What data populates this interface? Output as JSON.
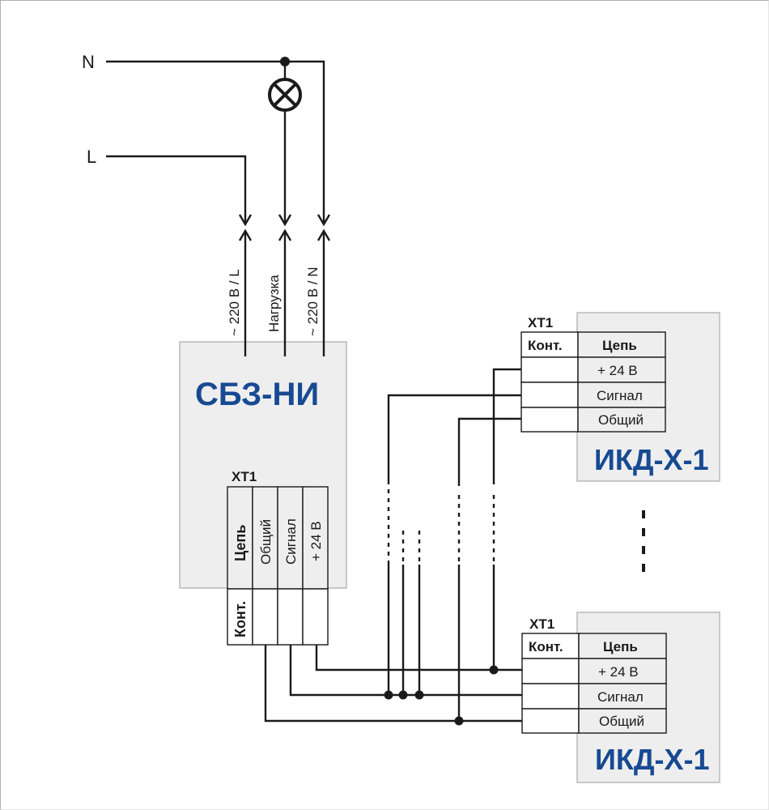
{
  "supply": {
    "neutral_label": "N",
    "line_label": "L",
    "lamp_icon": "lamp-icon"
  },
  "controller": {
    "title": "СБЗ-НИ",
    "inputs": [
      "~ 220 В / L",
      "Нагрузка",
      "~ 220 В / N"
    ],
    "terminal_block": {
      "label": "XT1",
      "circuit_header": "Цепь",
      "contact_header": "Конт.",
      "circuits": [
        "Общий",
        "Сигнал",
        "+ 24 В"
      ]
    }
  },
  "detectors": [
    {
      "title": "ИКД-Х-1",
      "terminal_block": {
        "label": "XT1",
        "contact_header": "Конт.",
        "circuit_header": "Цепь",
        "circuits": [
          "+ 24 В",
          "Сигнал",
          "Общий"
        ]
      }
    },
    {
      "title": "ИКД-Х-1",
      "terminal_block": {
        "label": "XT1",
        "contact_header": "Конт.",
        "circuit_header": "Цепь",
        "circuits": [
          "+ 24 В",
          "Сигнал",
          "Общий"
        ]
      }
    }
  ],
  "colors": {
    "title_blue": "#174a92",
    "box_fill": "#eeeeee",
    "wire": "#1a1a1a"
  }
}
